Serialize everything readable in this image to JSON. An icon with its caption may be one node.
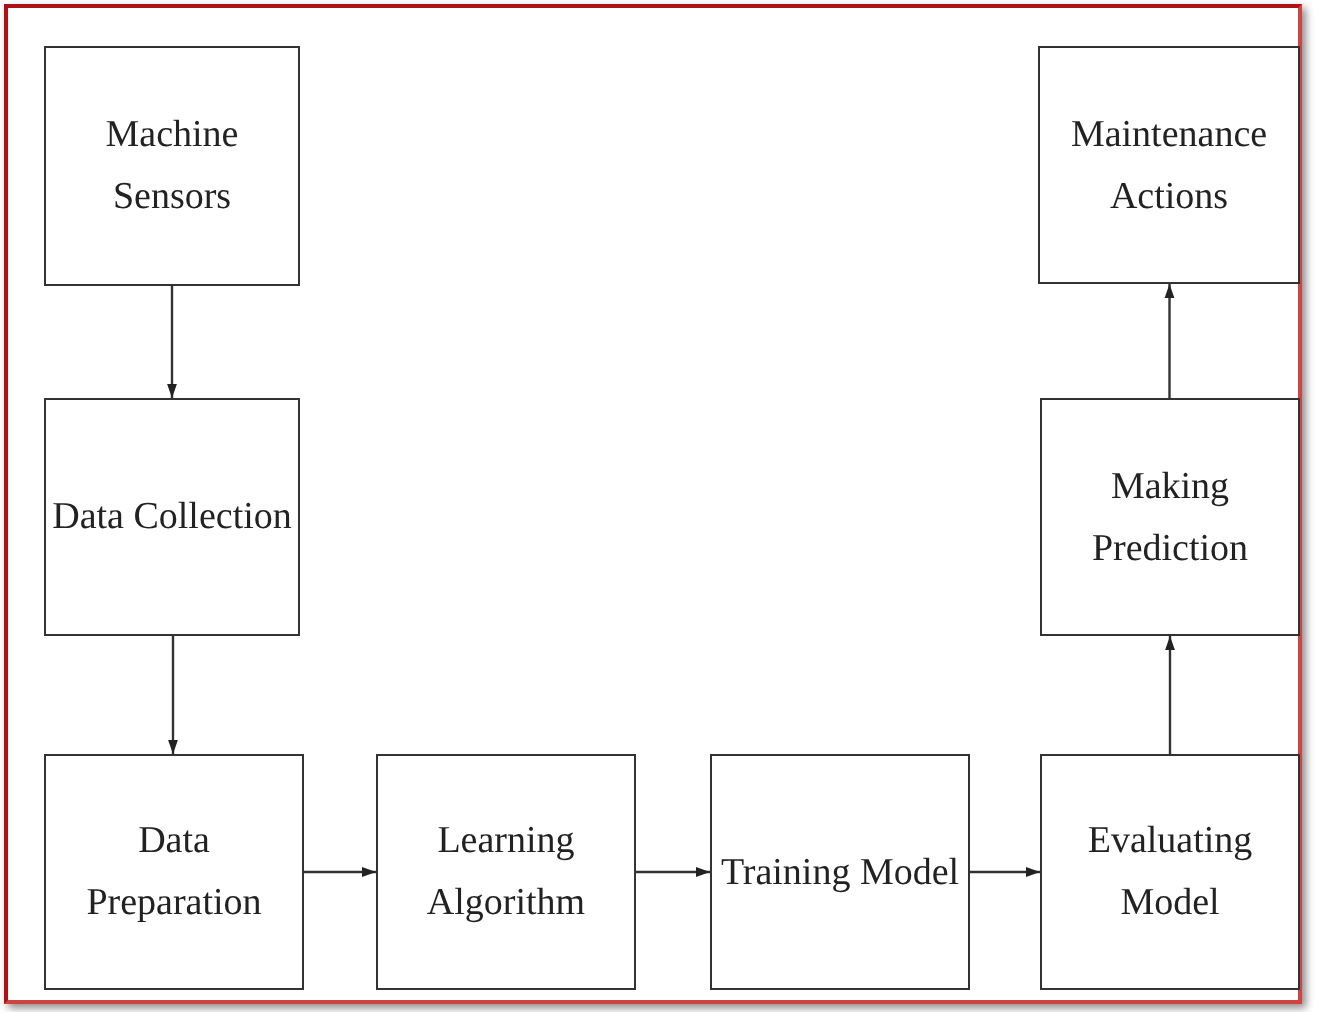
{
  "diagram": {
    "nodes": [
      {
        "text": [
          "Machine Sensors"
        ]
      },
      {
        "text": [
          "Maintenance Actions"
        ]
      },
      {
        "text": [
          "Data Collection"
        ]
      },
      {
        "text": [
          "Making Prediction"
        ]
      },
      {
        "text": [
          "Data Preparation"
        ]
      },
      {
        "text": [
          "Learning Algorithm"
        ]
      },
      {
        "text": [
          "Training Model"
        ]
      },
      {
        "text": [
          "Evaluating Model"
        ]
      }
    ],
    "edges": [
      {
        "from": 0,
        "to": 2,
        "arrow": "to"
      },
      {
        "from": 2,
        "to": 4,
        "arrow": "to"
      },
      {
        "from": 4,
        "to": 5,
        "arrow": "to"
      },
      {
        "from": 5,
        "to": 6,
        "arrow": "to"
      },
      {
        "from": 6,
        "to": 7,
        "arrow": "to"
      },
      {
        "from": 7,
        "to": 3,
        "arrow": "to"
      },
      {
        "from": 3,
        "to": 1,
        "arrow": "to"
      }
    ]
  }
}
